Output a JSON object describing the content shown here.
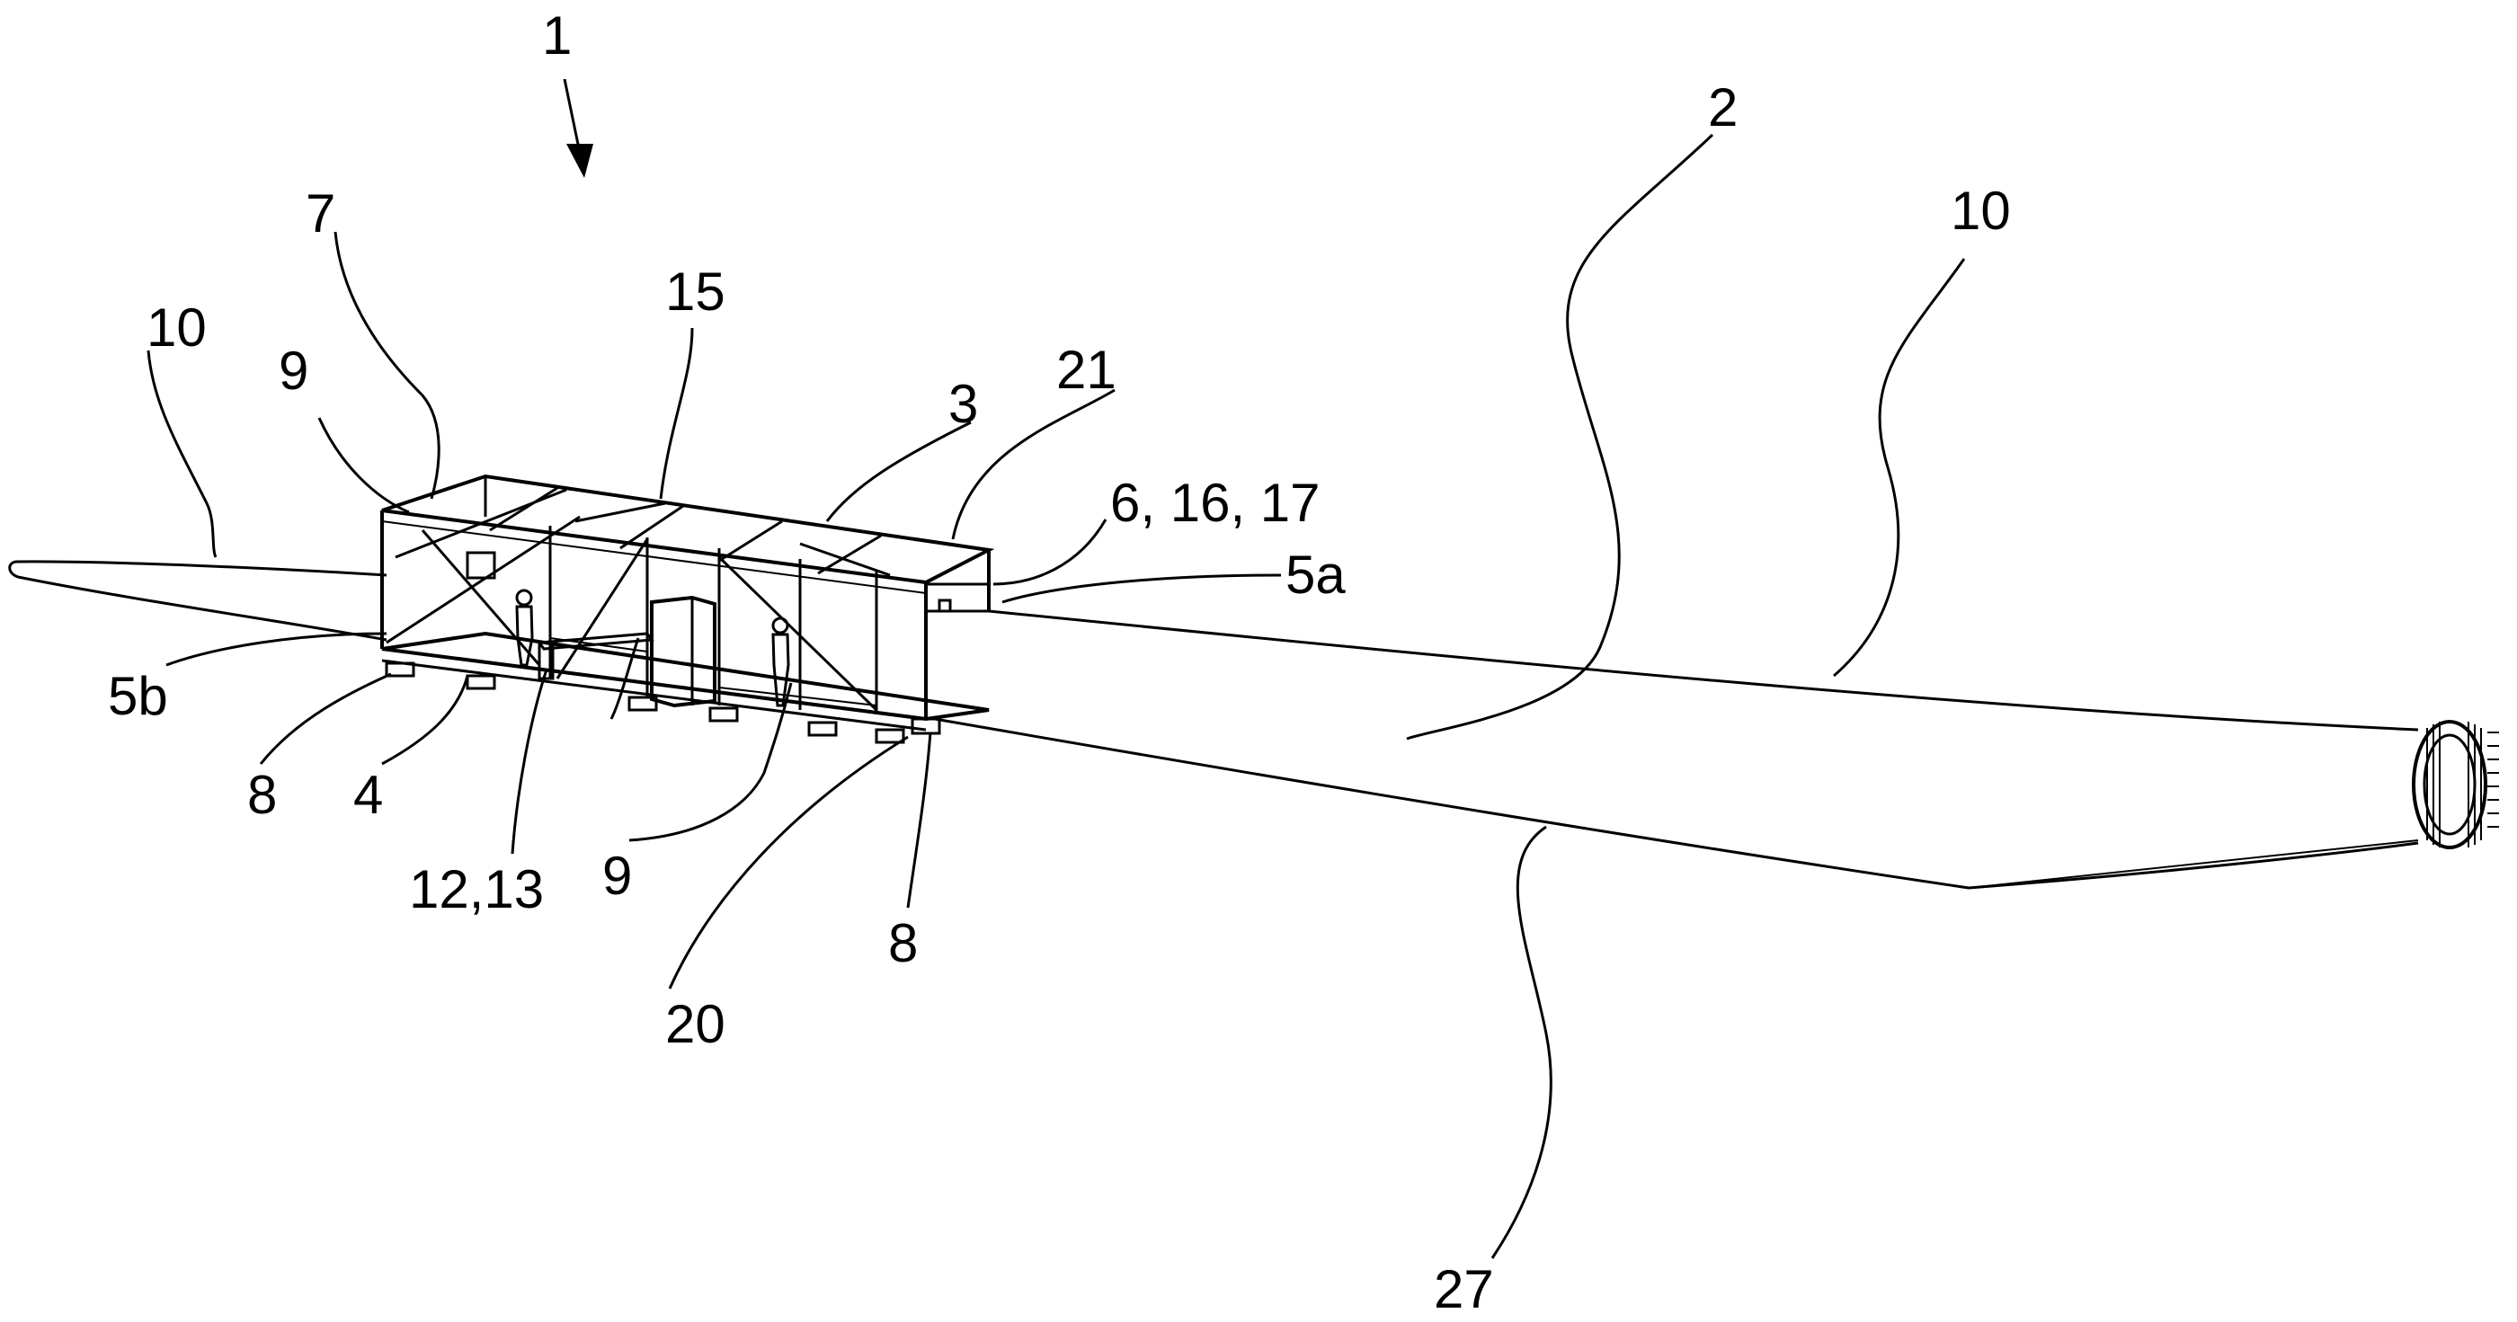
{
  "figure": {
    "labels": {
      "l1": "1",
      "l2": "2",
      "l3": "3",
      "l4": "4",
      "l5a": "5a",
      "l5b": "5b",
      "l6": "6, 16, 17",
      "l7": "7",
      "l8a": "8",
      "l8b": "8",
      "l9a": "9",
      "l9b": "9",
      "l10a": "10",
      "l10b": "10",
      "l12": "12,13",
      "l15": "15",
      "l20": "20",
      "l21": "21",
      "l27": "27"
    }
  }
}
